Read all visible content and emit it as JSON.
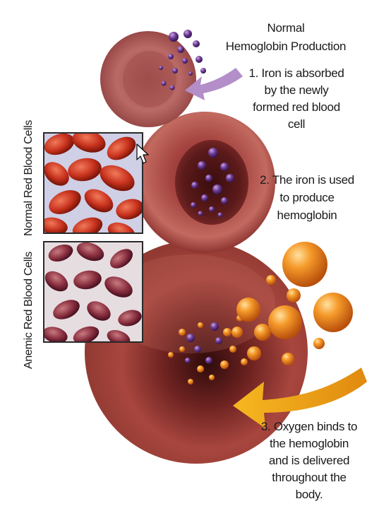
{
  "title": {
    "line1": "Normal",
    "line2": "Hemoglobin Production"
  },
  "steps": [
    {
      "text": "1. Iron is absorbed\nby the newly\nformed red blood\ncell"
    },
    {
      "text": "2. The iron is used\nto produce\nhemoglobin"
    },
    {
      "text": "3. Oxygen binds to\nthe hemoglobin\nand is delivered\nthroughout the\nbody."
    }
  ],
  "panels": {
    "normal_label": "Normal Red Blood Cells",
    "anemic_label": "Anemic Red Blood Cells"
  },
  "colors": {
    "cell": "#b2504a",
    "cell_dark": "#5a1a1a",
    "iron": "#6a3a8a",
    "oxygen": "#f08a1e",
    "arrow_iron": "#b48ec8",
    "arrow_oxygen": "#f0a818",
    "normal_bg": "#cfcfe6",
    "anemic_bg": "#e6dde0"
  }
}
